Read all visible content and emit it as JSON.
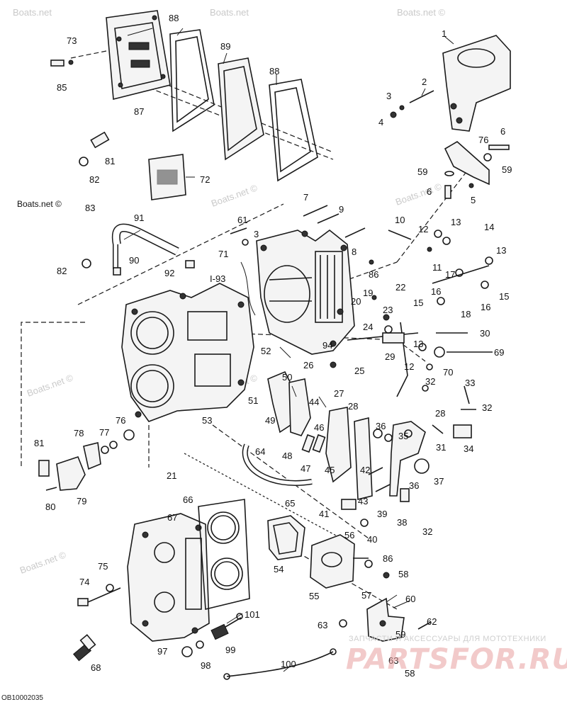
{
  "diagram": {
    "catalog_code": "OB10002035",
    "watermarks": [
      "Boats.net",
      "Boats.net",
      "Boats.net ©",
      "Boats.net ©",
      "Boats.net ©",
      "Boats.net ©",
      "Boats.net ©",
      "Boats.net ©"
    ],
    "labels": {
      "p1": "1",
      "p2": "2",
      "p3a": "3",
      "p3b": "3",
      "p4": "4",
      "p5": "5",
      "p6a": "6",
      "p6b": "6",
      "p7": "7",
      "p8": "8",
      "p9": "9",
      "p10": "10",
      "p11": "11",
      "p12a": "12",
      "p12b": "12",
      "p13a": "13",
      "p13b": "13",
      "p13c": "13",
      "p14": "14",
      "p15a": "15",
      "p15b": "15",
      "p16a": "16",
      "p16b": "16",
      "p17": "17",
      "p18": "18",
      "p19": "19",
      "p20": "20",
      "p21": "21",
      "p22": "22",
      "p23": "23",
      "p24": "24",
      "p25": "25",
      "p26": "26",
      "p27": "27",
      "p28a": "28",
      "p28b": "28",
      "p29": "29",
      "p30": "30",
      "p31": "31",
      "p32a": "32",
      "p32b": "32",
      "p32c": "32",
      "p33": "33",
      "p34": "34",
      "p35": "35",
      "p36a": "36",
      "p36b": "36",
      "p37": "37",
      "p38": "38",
      "p39": "39",
      "p40": "40",
      "p41": "41",
      "p42": "42",
      "p43": "43",
      "p44": "44",
      "p45": "45",
      "p46": "46",
      "p47": "47",
      "p48": "48",
      "p49": "49",
      "p50": "50",
      "p51": "51",
      "p52": "52",
      "p53": "53",
      "p54": "54",
      "p55": "55",
      "p56": "56",
      "p57": "57",
      "p58a": "58",
      "p58b": "58",
      "p59a": "59",
      "p59b": "59",
      "p59c": "59",
      "p60": "60",
      "p61": "61",
      "p62": "62",
      "p63a": "63",
      "p63b": "63",
      "p64": "64",
      "p65": "65",
      "p66": "66",
      "p67": "67",
      "p68": "68",
      "p69": "69",
      "p70": "70",
      "p71": "71",
      "p72": "72",
      "p73": "73",
      "p74": "74",
      "p75": "75",
      "p76a": "76",
      "p76b": "76",
      "p77": "77",
      "p78": "78",
      "p79": "79",
      "p80": "80",
      "p81a": "81",
      "p81b": "81",
      "p82a": "82",
      "p82b": "82",
      "p83": "83",
      "p85": "85",
      "p86a": "86",
      "p86b": "86",
      "p87": "87",
      "p88a": "88",
      "p88b": "88",
      "p89": "89",
      "p90": "90",
      "p91": "91",
      "p92": "92",
      "p93": "I-93",
      "p94": "94",
      "p97": "97",
      "p98": "98",
      "p99": "99",
      "p100": "100",
      "p101": "101"
    },
    "brand": {
      "tagline": "ЗАПЧАСТИ И АКСЕССУАРЫ ДЛЯ МОТОТЕХНИКИ",
      "name": "PARTSFOR.RU"
    }
  }
}
